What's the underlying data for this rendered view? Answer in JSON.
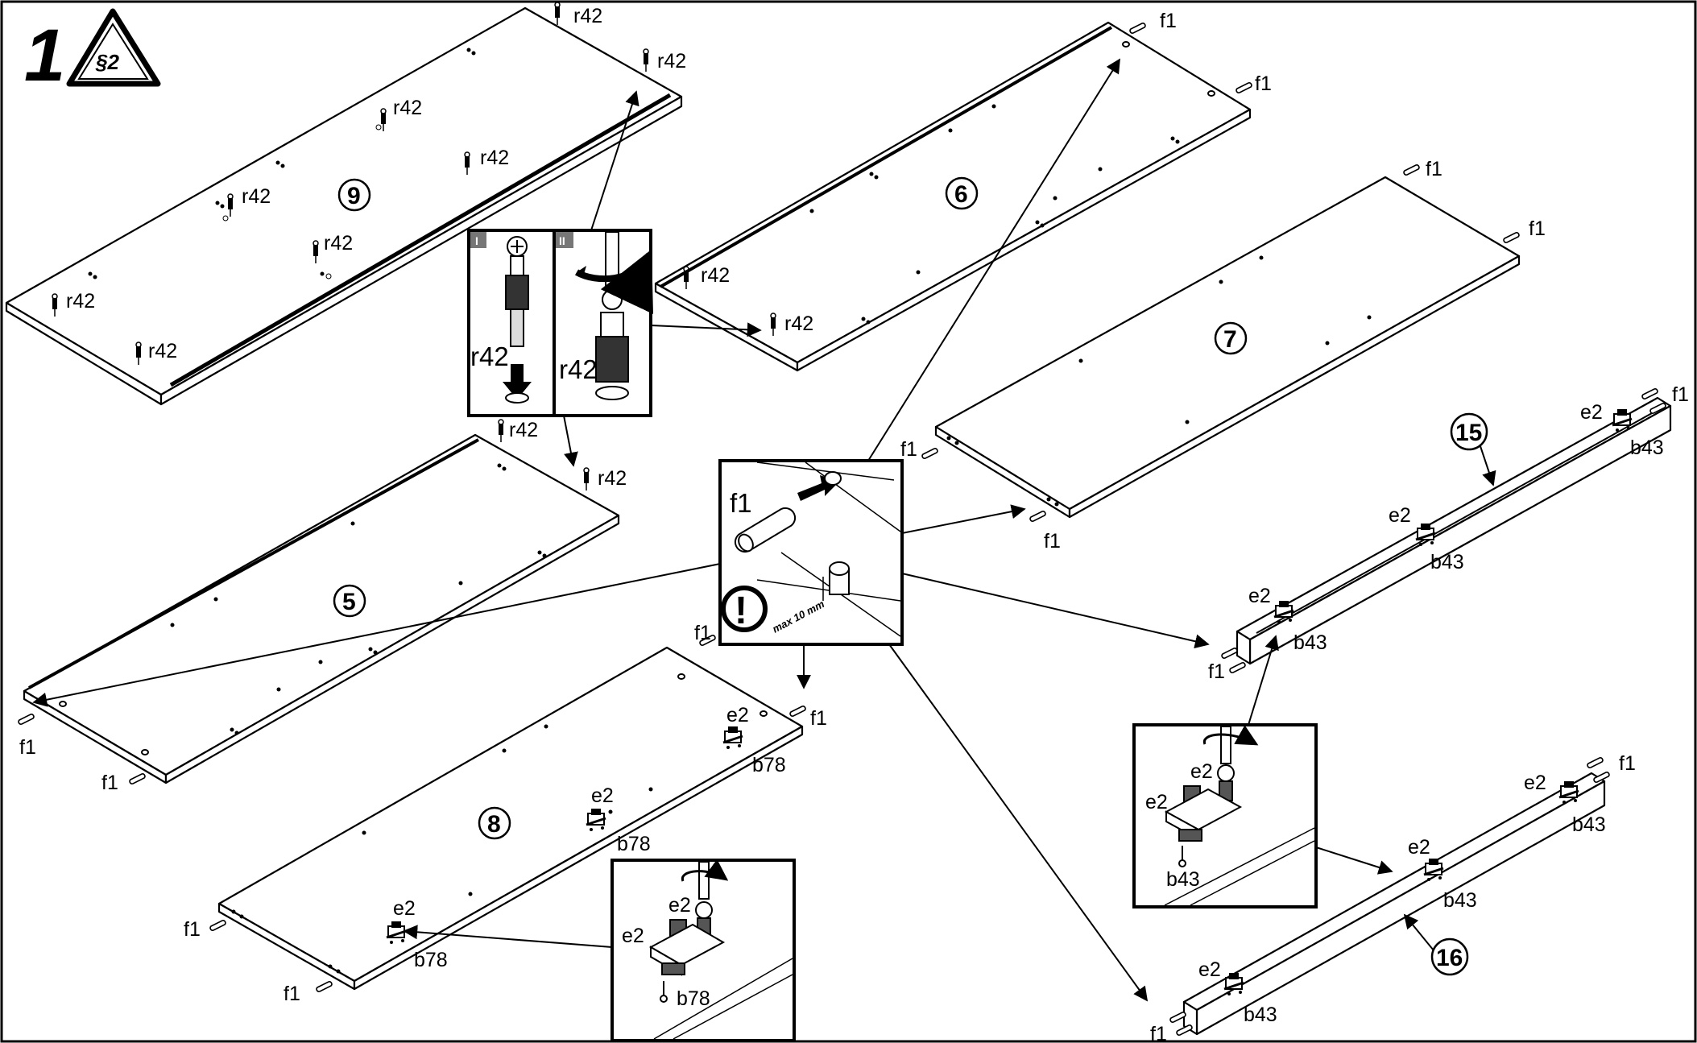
{
  "step": {
    "number": "1",
    "warning_symbol": "§2"
  },
  "parts": {
    "p9": "9",
    "p6": "6",
    "p7": "7",
    "p5": "5",
    "p8": "8",
    "p15": "15",
    "p16": "16"
  },
  "hardware": {
    "r42": "r42",
    "f1": "f1",
    "e2": "e2",
    "b78": "b78",
    "b43": "b43"
  },
  "detail_cam": {
    "panel_1": "I",
    "panel_2": "II",
    "label": "r42"
  },
  "detail_dowel": {
    "label": "f1",
    "note": "max 10 mm",
    "alert": "!"
  },
  "detail_hinge_left": {
    "e2": "e2",
    "b78": "b78"
  },
  "detail_hinge_right": {
    "e2": "e2",
    "b43": "b43"
  }
}
